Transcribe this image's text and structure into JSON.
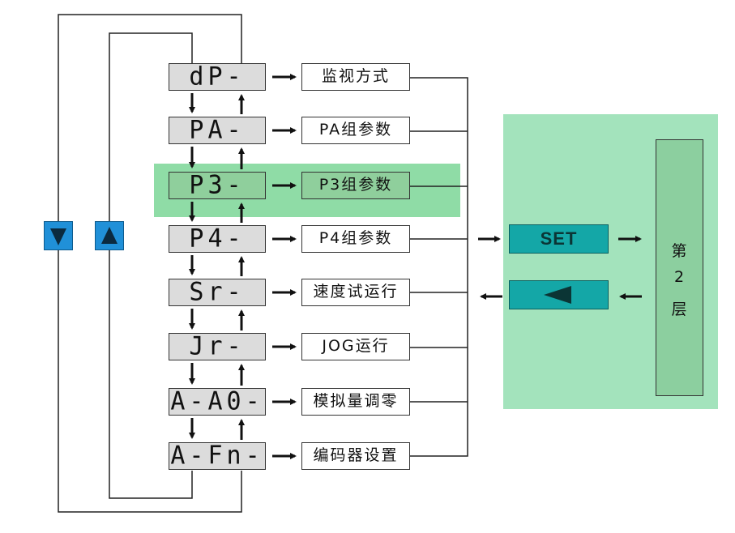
{
  "menu": [
    {
      "display": "dP-",
      "label": "监视方式",
      "active": false
    },
    {
      "display": "PA-",
      "label": "PA组参数",
      "active": false
    },
    {
      "display": "P3-",
      "label": "P3组参数",
      "active": true
    },
    {
      "display": "P4-",
      "label": "P4组参数",
      "active": false
    },
    {
      "display": "Sr-",
      "label": "速度试运行",
      "active": false
    },
    {
      "display": "Jr-",
      "label": "JOG运行",
      "active": false
    },
    {
      "display": "A-A0-",
      "label": "模拟量调零",
      "active": false
    },
    {
      "display": "A-Fn-",
      "label": "编码器设置",
      "active": false
    }
  ],
  "panel": {
    "set_label": "SET",
    "back_icon": "left-triangle-icon",
    "layer_chars": [
      "第",
      "2",
      "层"
    ]
  },
  "keys": {
    "down_icon": "down-triangle-icon",
    "up_icon": "up-triangle-icon"
  },
  "colors": {
    "display_bg": "#dcdcdc",
    "highlight": "#8fdca6",
    "panel_bg": "#a3e3bc",
    "teal_button": "#14a7a7",
    "key_blue": "#2090d8"
  }
}
